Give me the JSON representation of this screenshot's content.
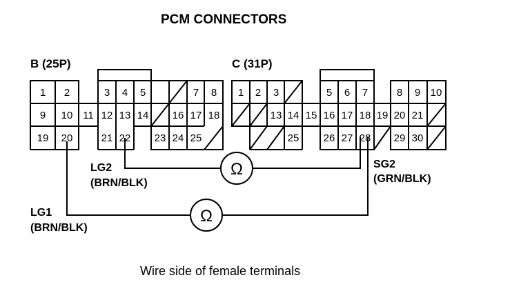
{
  "title": "PCM CONNECTORS",
  "caption": "Wire side of female terminals",
  "connectors": {
    "b": {
      "label": "B (25P)",
      "rows": [
        [
          "1",
          "2",
          "",
          "3",
          "4",
          "5"
        ],
        [
          "9",
          "10",
          "11",
          "12",
          "13",
          "14",
          "",
          "16",
          "17",
          "18"
        ],
        [
          "19",
          "20",
          "",
          "21",
          "22",
          "",
          "23",
          "24",
          "25"
        ]
      ]
    },
    "c": {
      "label": "C (31P)",
      "rows": [
        [
          "1",
          "2",
          "3",
          "",
          "5",
          "6",
          "7",
          "",
          "8",
          "9",
          "10"
        ],
        [
          "",
          "",
          "13",
          "14",
          "15",
          "16",
          "17",
          "18",
          "19",
          "20",
          "21",
          ""
        ],
        [
          "",
          "",
          "25",
          "",
          "26",
          "27",
          "28",
          "",
          "29",
          "30",
          ""
        ]
      ]
    }
  },
  "wires": {
    "lg2": {
      "name": "LG2",
      "color": "(BRN/BLK)"
    },
    "lg1": {
      "name": "LG1",
      "color": "(BRN/BLK)"
    },
    "sg2": {
      "name": "SG2",
      "color": "(GRN/BLK)"
    },
    "meter_symbol": "Ω"
  }
}
